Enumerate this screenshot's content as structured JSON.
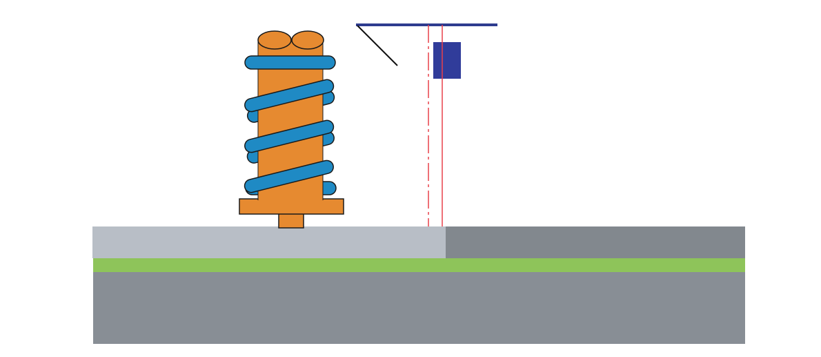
{
  "diagram": {
    "components": [
      "roller-shaft",
      "spring-coil",
      "foot-plate",
      "stem",
      "guide-plate",
      "bracket",
      "wiper-arm",
      "sensor-block",
      "centerline",
      "reference-line",
      "surface-light",
      "surface-dark",
      "green-layer",
      "base-layer"
    ],
    "colors": {
      "shaft_orange": "#e68a30",
      "coil_blue": "#1f8ac4",
      "outline": "#1a1a1a",
      "bracket_navy": "#2e3c8f",
      "sensor_navy": "#303c9a",
      "arm_black": "#111111",
      "red_line": "#e8404a",
      "surface_light": "#b8bec6",
      "surface_dark": "#82888e",
      "green_layer": "#8ec45a",
      "base_gray": "#888e95",
      "background": "#ffffff"
    }
  }
}
